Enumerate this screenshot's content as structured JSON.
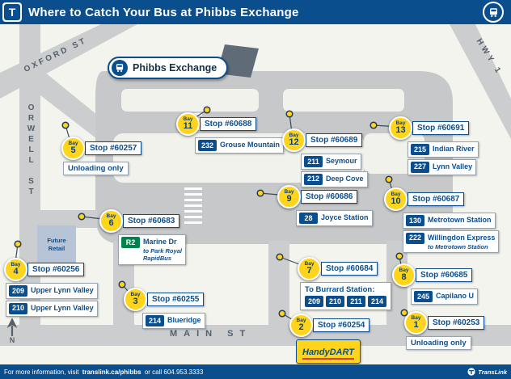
{
  "colors": {
    "brand_blue": "#0b4e8e",
    "bay_yellow": "#ffd41c",
    "rapidbus_green": "#00824d",
    "road_gray": "#cbcdce",
    "map_background": "#f4f4ee"
  },
  "header": {
    "logo_letter": "T",
    "title": "Where to Catch Your Bus at Phibbs Exchange"
  },
  "footer": {
    "prefix": "For more information, visit ",
    "link": "translink.ca/phibbs",
    "suffix": " or call 604.953.3333",
    "brand": "TransLink"
  },
  "map": {
    "exchange_name": "Phibbs Exchange",
    "bay_word": "Bay",
    "future_retail": "Future Retail",
    "north_label": "N",
    "streets": {
      "oxford": "OXFORD ST",
      "orwell": "ORWELL ST",
      "main": "MAIN ST",
      "hwy": "HWY 1"
    }
  },
  "bays": [
    {
      "num": "1",
      "stop": "Stop #60253",
      "note": "Unloading only"
    },
    {
      "num": "2",
      "stop": "Stop #60254",
      "logo": "HandyDART"
    },
    {
      "num": "3",
      "stop": "Stop #60255",
      "routes": [
        {
          "num": "214",
          "name": "Blueridge"
        }
      ]
    },
    {
      "num": "4",
      "stop": "Stop #60256",
      "routes": [
        {
          "num": "209",
          "name": "Upper Lynn Valley"
        },
        {
          "num": "210",
          "name": "Upper Lynn Valley"
        }
      ]
    },
    {
      "num": "5",
      "stop": "Stop #60257",
      "note": "Unloading only"
    },
    {
      "num": "6",
      "stop": "Stop #60683",
      "routes": [
        {
          "num": "R2",
          "name": "Marine Dr",
          "sub1": "to Park Royal",
          "sub2": "RapidBus"
        }
      ]
    },
    {
      "num": "7",
      "stop": "Stop #60684",
      "heading": "To Burrard Station:",
      "badges": [
        "209",
        "210",
        "211",
        "214"
      ]
    },
    {
      "num": "8",
      "stop": "Stop #60685",
      "routes": [
        {
          "num": "245",
          "name": "Capilano U"
        }
      ]
    },
    {
      "num": "9",
      "stop": "Stop #60686",
      "routes": [
        {
          "num": "28",
          "name": "Joyce Station"
        }
      ]
    },
    {
      "num": "10",
      "stop": "Stop #60687",
      "routes": [
        {
          "num": "130",
          "name": "Metrotown Station"
        },
        {
          "num": "222",
          "name": "Willingdon Express",
          "sub1": "to Metrotown Station"
        }
      ]
    },
    {
      "num": "11",
      "stop": "Stop #60688",
      "routes": [
        {
          "num": "232",
          "name": "Grouse Mountain"
        }
      ]
    },
    {
      "num": "12",
      "stop": "Stop #60689",
      "routes": [
        {
          "num": "211",
          "name": "Seymour"
        },
        {
          "num": "212",
          "name": "Deep Cove"
        }
      ]
    },
    {
      "num": "13",
      "stop": "Stop #60691",
      "routes": [
        {
          "num": "215",
          "name": "Indian River"
        },
        {
          "num": "227",
          "name": "Lynn Valley"
        }
      ]
    }
  ]
}
